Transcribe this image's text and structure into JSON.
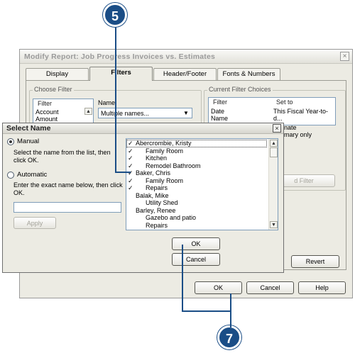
{
  "callouts": {
    "step5": "5",
    "step7": "7"
  },
  "modify_report": {
    "title": "Modify Report: Job Progress Invoices vs. Estimates",
    "close_glyph": "×",
    "tabs": [
      {
        "label": "Display"
      },
      {
        "label": "Filters"
      },
      {
        "label": "Header/Footer"
      },
      {
        "label": "Fonts & Numbers"
      }
    ],
    "choose_filter": {
      "group_label": "Choose Filter",
      "filter_header": "Filter",
      "filters": [
        "Account",
        "Amount"
      ],
      "name_label": "Name",
      "name_value": "Multiple names..."
    },
    "current_filters": {
      "group_label": "Current Filter Choices",
      "col_filter": "Filter",
      "col_set_to": "Set to",
      "rows": [
        {
          "filter": "Date",
          "set_to": "This Fiscal Year-to-d..."
        },
        {
          "filter": "Name",
          "set_to": ""
        }
      ],
      "partial_lines": [
        "nate",
        "mary only"
      ],
      "remove_filter_button": "d Filter"
    },
    "revert_button": "Revert",
    "ok_button": "OK",
    "cancel_button": "Cancel",
    "help_button": "Help"
  },
  "select_name": {
    "title": "Select Name",
    "close_glyph": "×",
    "manual_label": "Manual",
    "manual_help": "Select the name from the list, then click OK.",
    "automatic_label": "Automatic",
    "automatic_help": "Enter the exact name below, then click OK.",
    "exact_name_value": "",
    "apply_button": "Apply",
    "ok_button": "OK",
    "cancel_button": "Cancel",
    "names": [
      {
        "label": "Abercrombie, Kristy",
        "checked": true
      },
      {
        "label": "Family Room",
        "checked": true
      },
      {
        "label": "Kitchen",
        "checked": true
      },
      {
        "label": "Remodel Bathroom",
        "checked": true
      },
      {
        "label": "Baker, Chris",
        "checked": true
      },
      {
        "label": "Family Room",
        "checked": true
      },
      {
        "label": "Repairs",
        "checked": true
      },
      {
        "label": "Balak, Mike",
        "checked": false
      },
      {
        "label": "Utility Shed",
        "checked": false
      },
      {
        "label": "Barley, Renee",
        "checked": false
      },
      {
        "label": "Gazebo and patio",
        "checked": false
      },
      {
        "label": "Repairs",
        "checked": false
      }
    ],
    "check_glyph": "✓"
  },
  "colors": {
    "callout": "#1a4d86",
    "list_border": "#7f9db9",
    "dialog_bg": "#ecebe3"
  }
}
